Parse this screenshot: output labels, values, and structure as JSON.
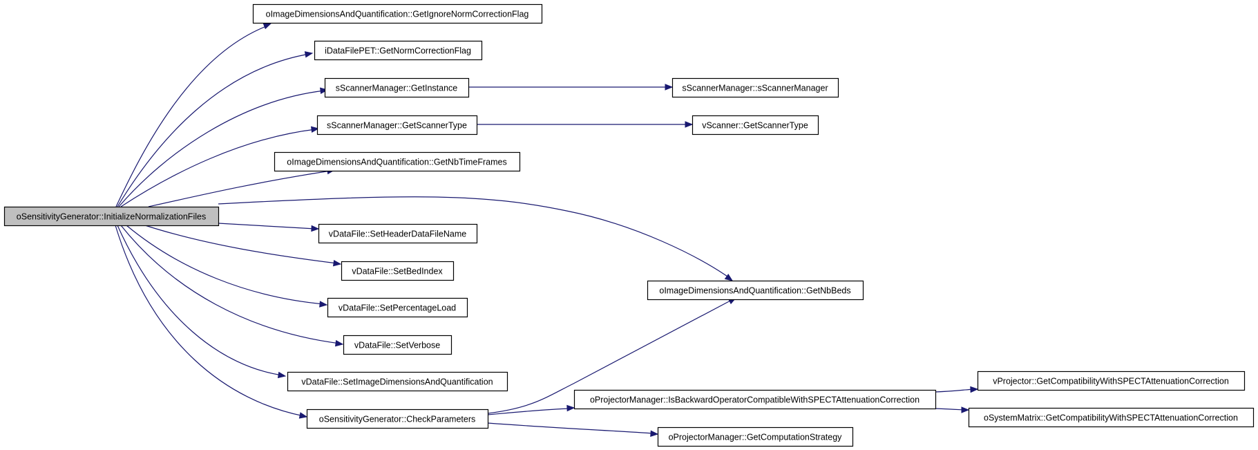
{
  "nodes": [
    {
      "id": "root",
      "label": "oSensitivityGenerator::InitializeNormalizationFiles",
      "interactable": true
    },
    {
      "id": "n1",
      "label": "oImageDimensionsAndQuantification::GetIgnoreNormCorrectionFlag",
      "interactable": true
    },
    {
      "id": "n2",
      "label": "iDataFilePET::GetNormCorrectionFlag",
      "interactable": true
    },
    {
      "id": "n3",
      "label": "sScannerManager::GetInstance",
      "interactable": true
    },
    {
      "id": "n4",
      "label": "sScannerManager::GetScannerType",
      "interactable": true
    },
    {
      "id": "n5",
      "label": "oImageDimensionsAndQuantification::GetNbTimeFrames",
      "interactable": true
    },
    {
      "id": "n6",
      "label": "vDataFile::SetHeaderDataFileName",
      "interactable": true
    },
    {
      "id": "n7",
      "label": "vDataFile::SetBedIndex",
      "interactable": true
    },
    {
      "id": "n8",
      "label": "vDataFile::SetPercentageLoad",
      "interactable": true
    },
    {
      "id": "n9",
      "label": "vDataFile::SetVerbose",
      "interactable": true
    },
    {
      "id": "n10",
      "label": "vDataFile::SetImageDimensionsAndQuantification",
      "interactable": true
    },
    {
      "id": "n11",
      "label": "oSensitivityGenerator::CheckParameters",
      "interactable": true
    },
    {
      "id": "n12",
      "label": "sScannerManager::sScannerManager",
      "interactable": true
    },
    {
      "id": "n13",
      "label": "vScanner::GetScannerType",
      "interactable": true
    },
    {
      "id": "n14",
      "label": "oImageDimensionsAndQuantification::GetNbBeds",
      "interactable": true
    },
    {
      "id": "n15",
      "label": "oProjectorManager::IsBackwardOperatorCompatibleWithSPECTAttenuationCorrection",
      "interactable": true
    },
    {
      "id": "n16",
      "label": "oProjectorManager::GetComputationStrategy",
      "interactable": true
    },
    {
      "id": "n17",
      "label": "vProjector::GetCompatibilityWithSPECTAttenuationCorrection",
      "interactable": true
    },
    {
      "id": "n18",
      "label": "oSystemMatrix::GetCompatibilityWithSPECTAttenuationCorrection",
      "interactable": true
    }
  ],
  "edges": [
    {
      "from": "root",
      "to": "n1"
    },
    {
      "from": "root",
      "to": "n2"
    },
    {
      "from": "root",
      "to": "n3"
    },
    {
      "from": "root",
      "to": "n4"
    },
    {
      "from": "root",
      "to": "n5"
    },
    {
      "from": "root",
      "to": "n14"
    },
    {
      "from": "root",
      "to": "n6"
    },
    {
      "from": "root",
      "to": "n7"
    },
    {
      "from": "root",
      "to": "n8"
    },
    {
      "from": "root",
      "to": "n9"
    },
    {
      "from": "root",
      "to": "n10"
    },
    {
      "from": "root",
      "to": "n11"
    },
    {
      "from": "n3",
      "to": "n12"
    },
    {
      "from": "n4",
      "to": "n13"
    },
    {
      "from": "n11",
      "to": "n14"
    },
    {
      "from": "n11",
      "to": "n15"
    },
    {
      "from": "n11",
      "to": "n16"
    },
    {
      "from": "n15",
      "to": "n17"
    },
    {
      "from": "n15",
      "to": "n18"
    }
  ],
  "colors": {
    "edge": "#191970",
    "root_fill": "#bfbfbf",
    "node_fill": "#ffffff",
    "node_border": "#000000"
  }
}
